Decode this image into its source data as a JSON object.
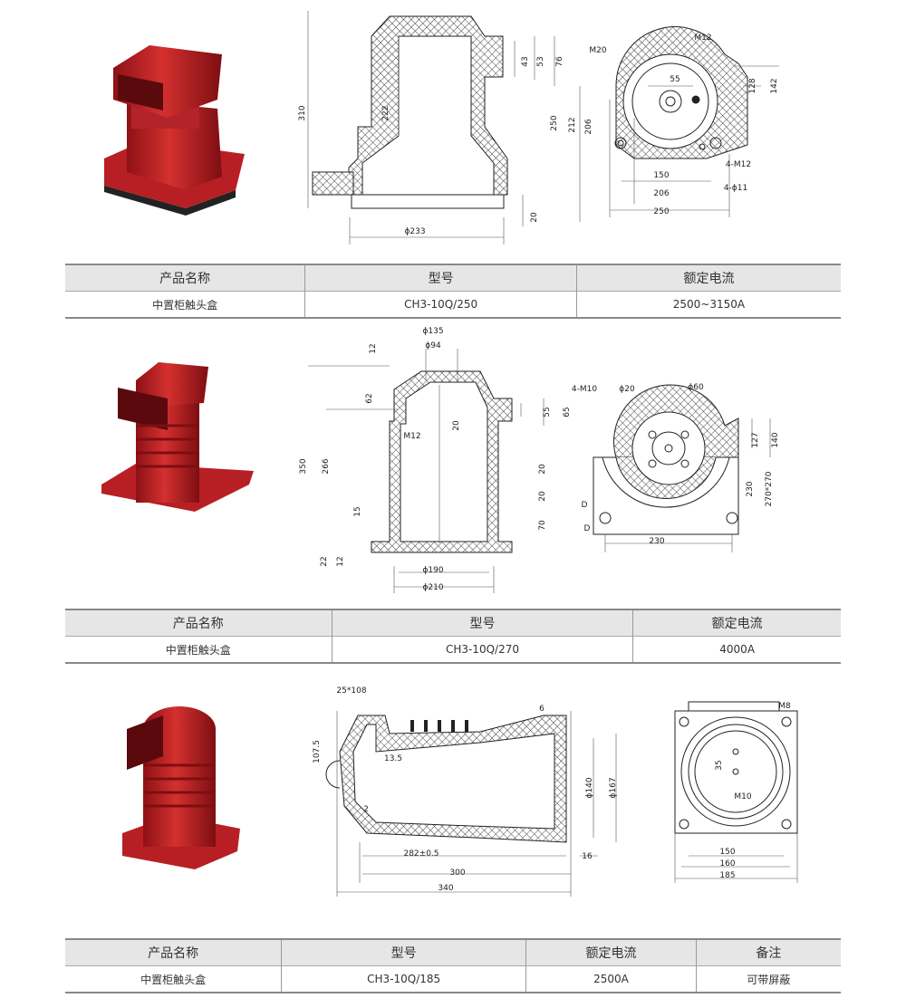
{
  "colors": {
    "red": "#c8232a",
    "dark_red": "#8e1116",
    "hatch": "#444",
    "table_header": "#e6e6e6"
  },
  "products": [
    {
      "table": {
        "headers": [
          "产品名称",
          "型号",
          "额定电流"
        ],
        "row": [
          "中置柜触头盒",
          "CH3-10Q/250",
          "2500~3150A"
        ]
      },
      "front_dims": [
        "310",
        "222",
        "43",
        "53",
        "76",
        "20",
        "ϕ233"
      ],
      "side_dims": [
        "M20",
        "M12",
        "55",
        "128",
        "142",
        "250",
        "212",
        "206",
        "150",
        "206",
        "250",
        "4-M12",
        "4-ϕ11"
      ]
    },
    {
      "table": {
        "headers": [
          "产品名称",
          "型号",
          "额定电流"
        ],
        "row": [
          "中置柜触头盒",
          "CH3-10Q/270",
          "4000A"
        ]
      },
      "front_dims": [
        "ϕ135",
        "ϕ94",
        "12",
        "62",
        "350",
        "266",
        "M12",
        "20",
        "55",
        "65",
        "20",
        "20",
        "70",
        "15",
        "22",
        "12",
        "ϕ190",
        "ϕ210"
      ],
      "side_dims": [
        "4-M10",
        "ϕ20",
        "ϕ60",
        "127",
        "140",
        "230",
        "270*270",
        "D",
        "D",
        "230"
      ]
    },
    {
      "table": {
        "headers": [
          "产品名称",
          "型号",
          "额定电流",
          "备注"
        ],
        "row": [
          "中置柜触头盒",
          "CH3-10Q/185",
          "2500A",
          "可带屏蔽"
        ]
      },
      "front_dims": [
        "25*108",
        "6",
        "107.5",
        "13.5",
        "2",
        "ϕ140",
        "ϕ167",
        "282±0.5",
        "16",
        "300",
        "340"
      ],
      "side_dims": [
        "M8",
        "35",
        "M10",
        "150",
        "160",
        "185"
      ]
    }
  ]
}
